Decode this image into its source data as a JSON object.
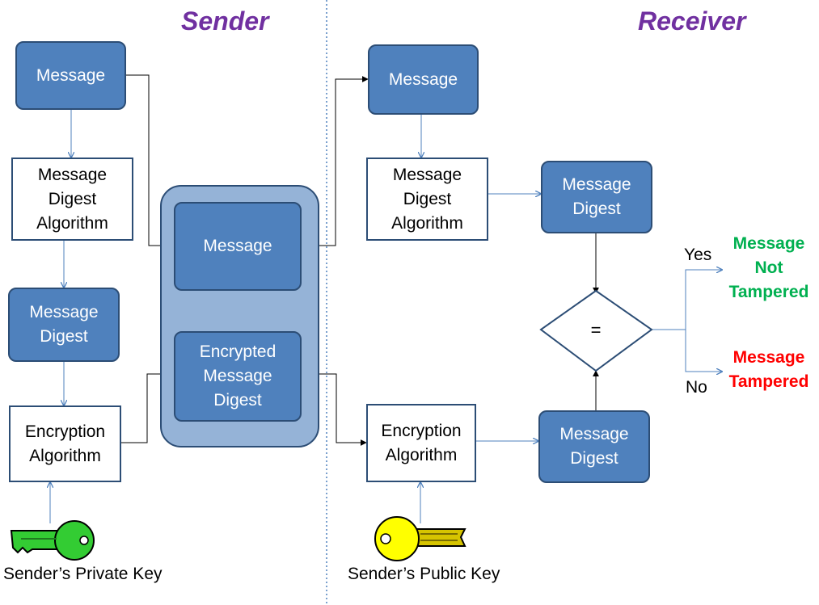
{
  "headings": {
    "sender": "Sender",
    "receiver": "Receiver"
  },
  "sender": {
    "message": "Message",
    "digest_algorithm": "Message\nDigest\nAlgorithm",
    "message_digest": "Message\nDigest",
    "encryption_algorithm": "Encryption\nAlgorithm",
    "private_key_label": "Sender’s Private Key"
  },
  "packet": {
    "message": "Message",
    "encrypted_digest": "Encrypted\nMessage\nDigest"
  },
  "receiver": {
    "message": "Message",
    "digest_algorithm": "Message\nDigest\nAlgorithm",
    "computed_digest": "Message\nDigest",
    "encryption_algorithm": "Encryption\nAlgorithm",
    "decrypted_digest": "Message\nDigest",
    "public_key_label": "Sender’s Public Key",
    "compare_symbol": "=",
    "yes_label": "Yes",
    "no_label": "No",
    "not_tampered": "Message\nNot\nTampered",
    "tampered": "Message\nTampered"
  },
  "colors": {
    "box_fill": "#4f81bd",
    "box_border": "#2c4d75",
    "container_fill": "#95b3d7",
    "heading": "#7030a0",
    "not_tampered": "#00b050",
    "tampered": "#ff0000",
    "private_key": "#33cc33",
    "public_key": "#ffff00",
    "arrow": "#4f81bd"
  }
}
